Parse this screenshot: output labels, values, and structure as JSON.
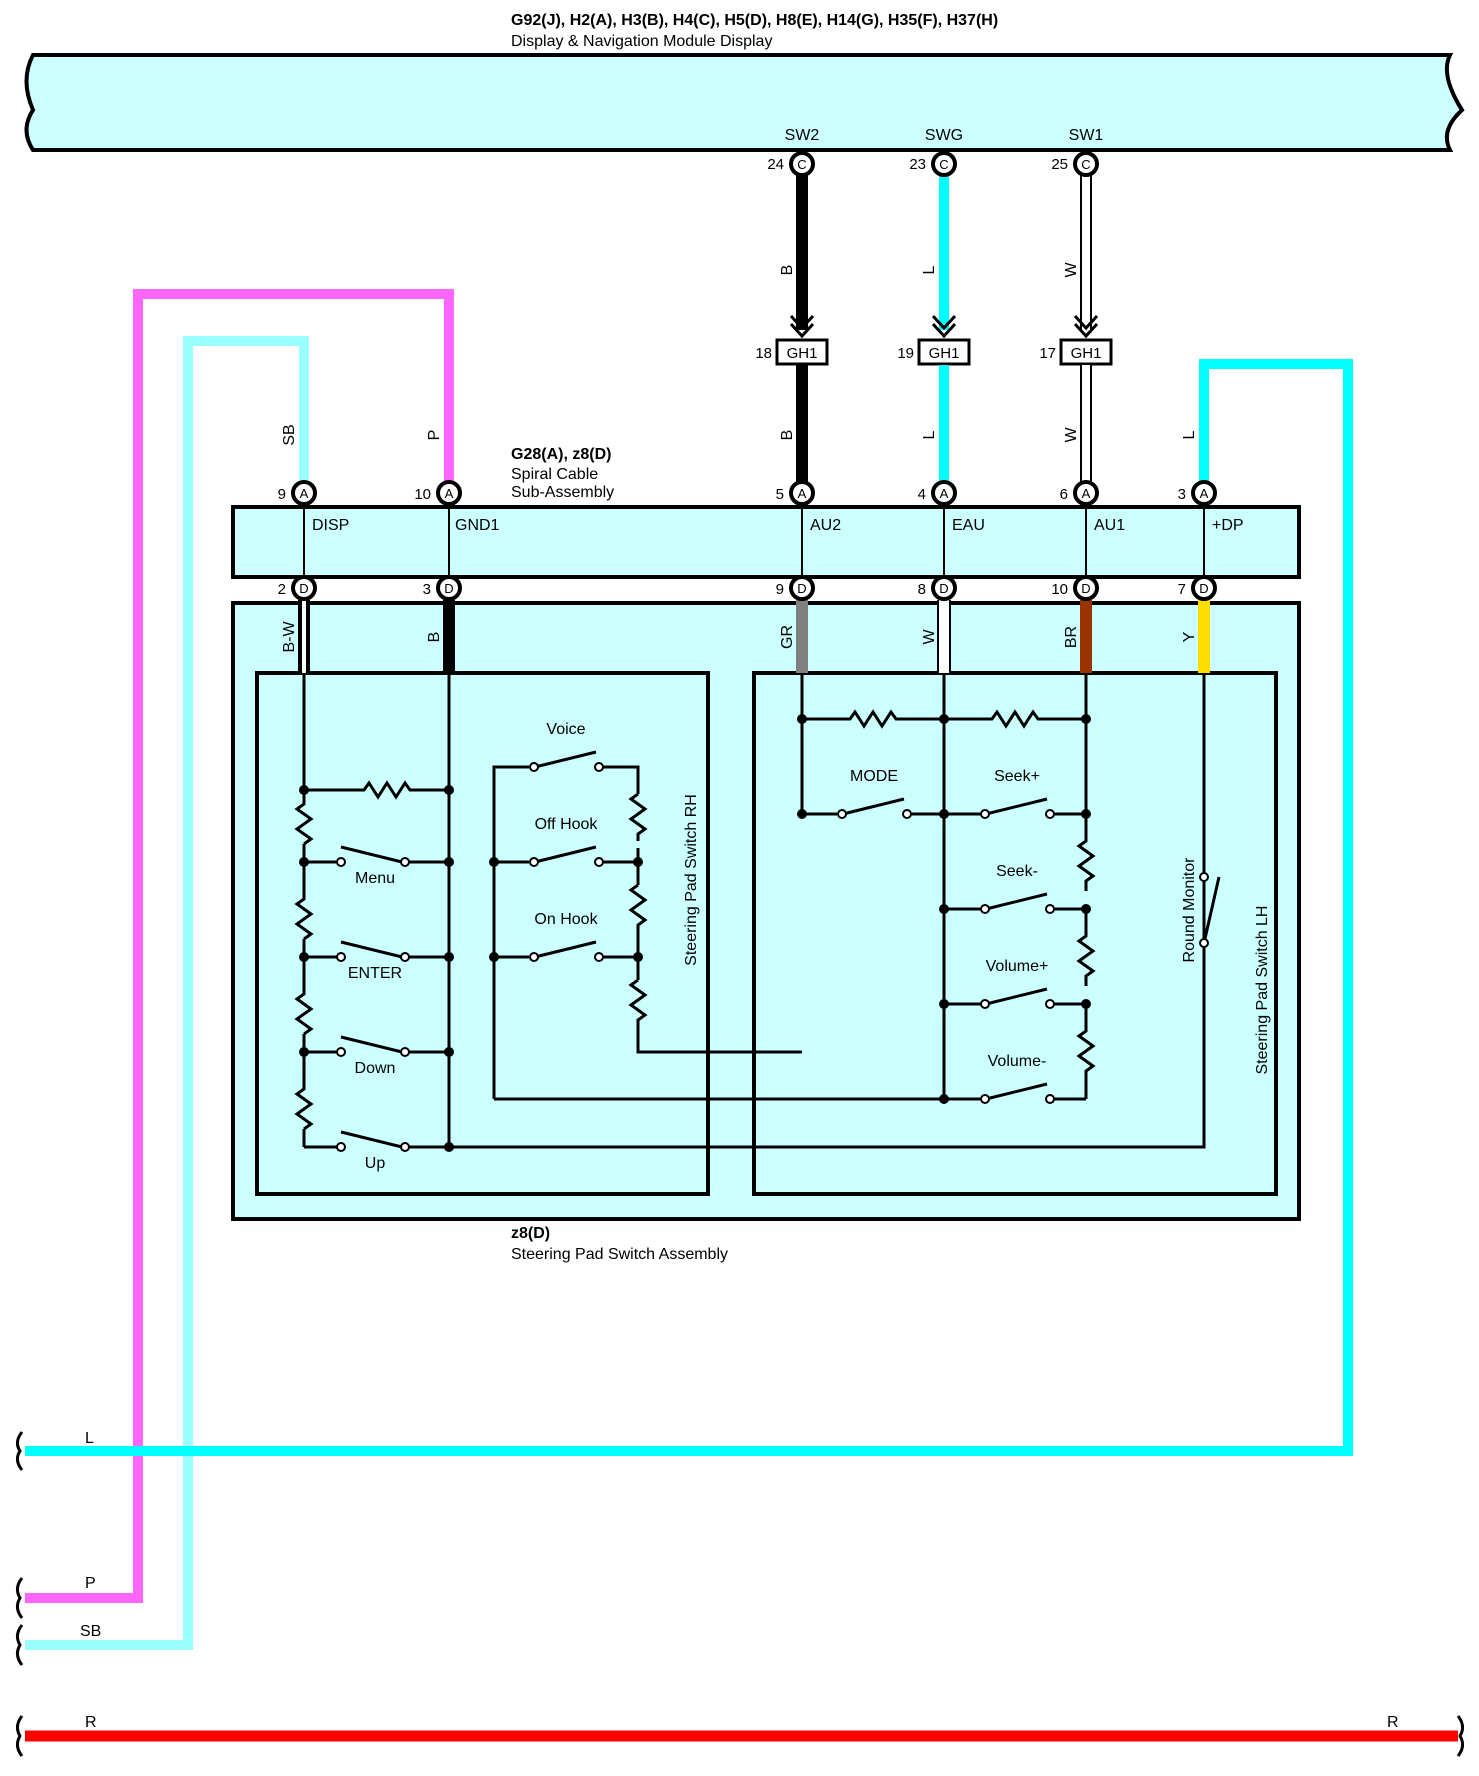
{
  "header": {
    "connectors": "G92(J), H2(A), H3(B), H4(C), H5(D), H8(E), H14(G), H35(F), H37(H)",
    "module_name": "Display & Navigation Module Display"
  },
  "module_pins": [
    {
      "name": "SW2",
      "pin": "24",
      "connector": "C"
    },
    {
      "name": "SWG",
      "pin": "23",
      "connector": "C"
    },
    {
      "name": "SW1",
      "pin": "25",
      "connector": "C"
    }
  ],
  "splices": [
    {
      "pin": "18",
      "label": "GH1"
    },
    {
      "pin": "19",
      "label": "GH1"
    },
    {
      "pin": "17",
      "label": "GH1"
    }
  ],
  "wire_colors": {
    "black": "#000000",
    "light_green_blue": "#00ffff",
    "white": "#ffffff",
    "pink": "#ff66ff",
    "sky_blue": "#99ffff",
    "gray": "#808080",
    "brown": "#993300",
    "yellow": "#ffdd00",
    "red": "#ff0000",
    "body_fill": "#ccffff"
  },
  "spiral_cable": {
    "connectors": "G28(A), z8(D)",
    "name1": "Spiral Cable",
    "name2": "Sub-Assembly",
    "terminals": [
      "DISP",
      "GND1",
      "AU2",
      "EAU",
      "AU1",
      "+DP"
    ],
    "pins_top": [
      "9",
      "10",
      "5",
      "4",
      "6",
      "3"
    ],
    "pins_bottom": [
      "2",
      "3",
      "9",
      "8",
      "10",
      "7"
    ],
    "conn_a": "A",
    "conn_d": "D"
  },
  "wire_labels": {
    "upper": [
      "B",
      "L",
      "W"
    ],
    "mid": [
      "SB",
      "P",
      "B",
      "L",
      "W",
      "L"
    ],
    "lower": [
      "B-W",
      "B",
      "GR",
      "W",
      "BR",
      "Y"
    ]
  },
  "switch_assembly": {
    "connector": "z8(D)",
    "name": "Steering Pad Switch Assembly",
    "rh_title": "Steering Pad Switch RH",
    "lh_title": "Steering Pad Switch LH",
    "rh_left_switches": [
      "Menu",
      "ENTER",
      "Down",
      "Up"
    ],
    "rh_right_switches": [
      "Voice",
      "Off Hook",
      "On Hook"
    ],
    "lh_switches": [
      "MODE",
      "Seek+",
      "Seek-",
      "Volume+",
      "Volume-"
    ],
    "round_monitor": "Round Monitor"
  },
  "bottom_wires": [
    "L",
    "P",
    "SB",
    "R",
    "R"
  ]
}
